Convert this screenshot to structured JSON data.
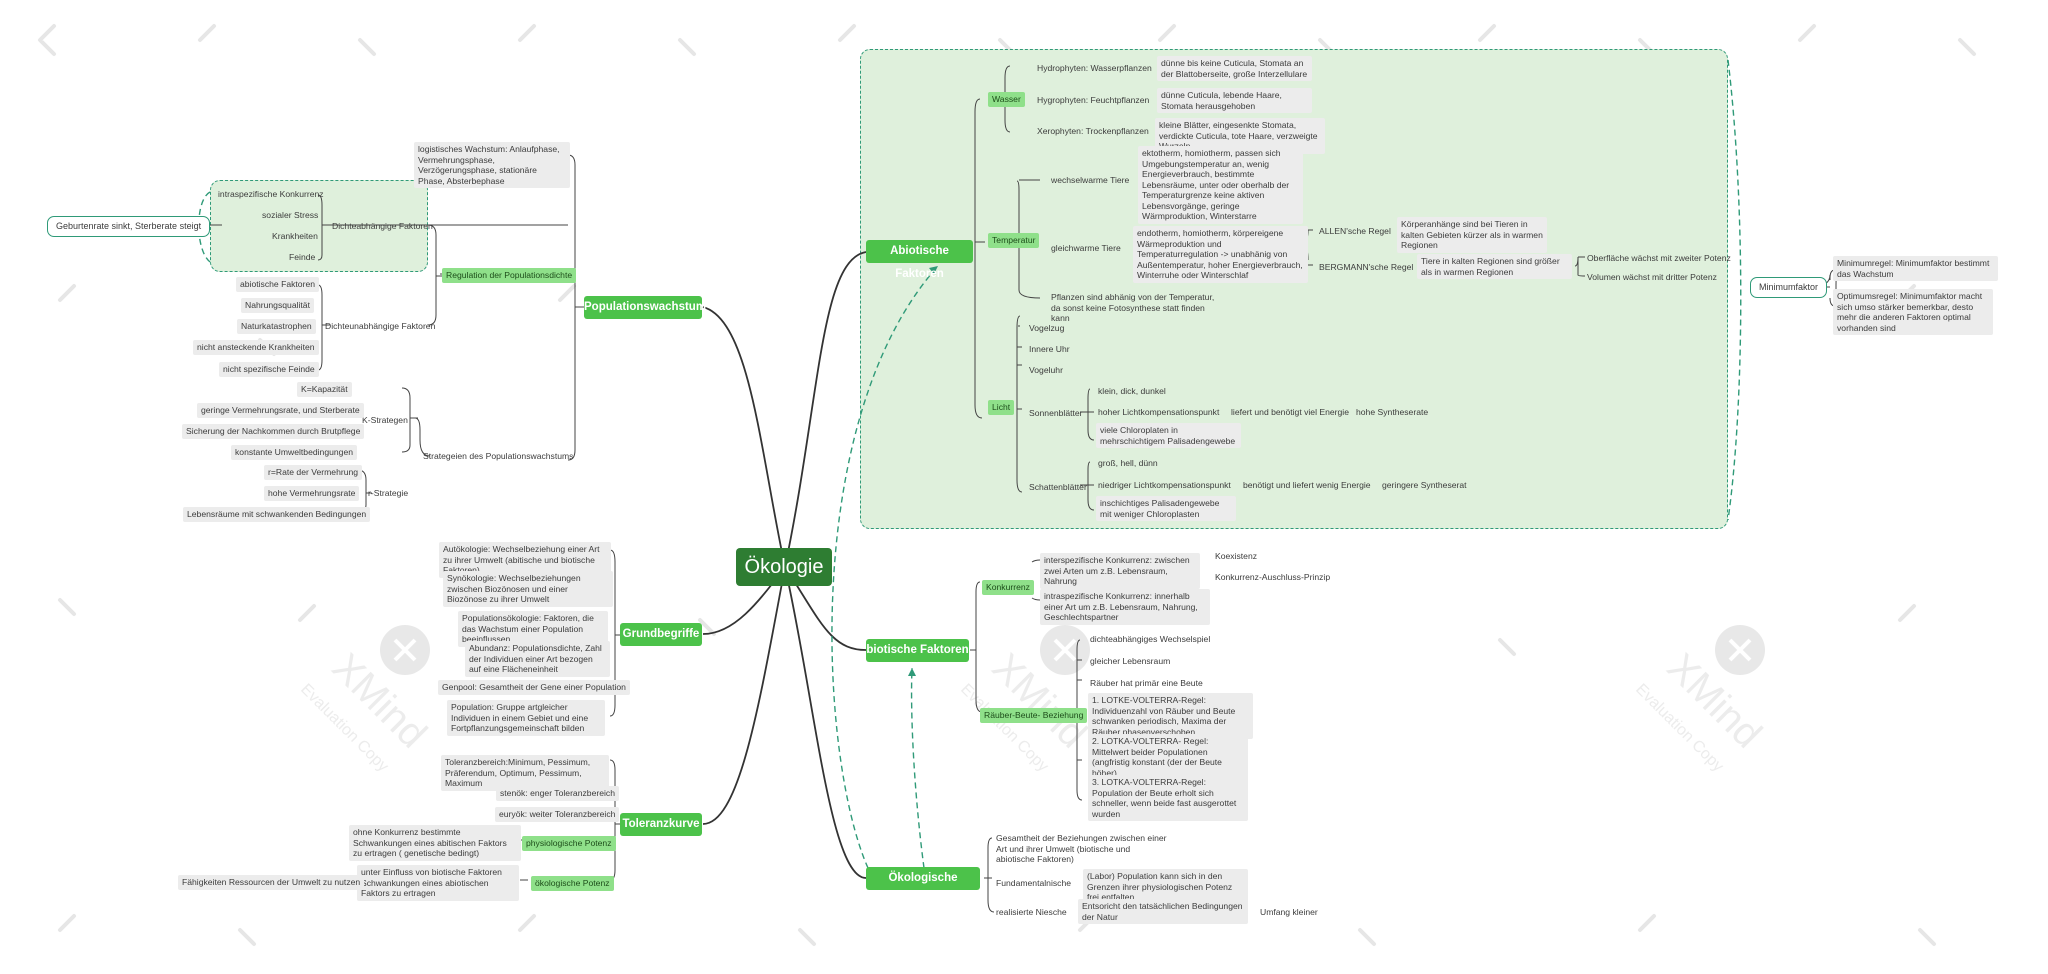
{
  "center": "Ökologie",
  "main": {
    "abiotic": "Abiotische Faktoren",
    "biotic": "biotische Faktoren",
    "niche": "Ökologische Niesche",
    "growth": "Populationswachstum",
    "basics": "Grundbegriffe",
    "tolerance": "Toleranzkurve"
  },
  "abiotic": {
    "wasser": "Wasser",
    "hydro": "Hydrophyten: Wasserpflanzen",
    "hydro_d": "dünne bis keine Cuticula, Stomata an der Blattoberseite, große Interzellulare",
    "hygro": "Hygrophyten: Feuchtpflanzen",
    "hygro_d": "dünne Cuticula, lebende Haare, Stomata herausgehoben",
    "xero": "Xerophyten: Trockenpflanzen",
    "xero_d": "kleine Blätter, eingesenkte Stomata, verdickte Cuticula, tote Haare, verzweigte Wurzeln",
    "temp": "Temperatur",
    "wechsel": "wechselwarme Tiere",
    "wechsel_d": "ektotherm, homiotherm, passen sich Umgebungstemperatur an, wenig Energieverbrauch, bestimmte Lebensräume, unter oder oberhalb der Temperaturgrenze keine aktiven Lebensvorgänge, geringe Wärmproduktion, Winterstarre",
    "gleich": "gleichwarme Tiere",
    "gleich_d": "endotherm, homiotherm, körpereigene Wärmeproduktion und Temperaturregulation -> unabhänig von Außentemperatur, hoher Energieverbrauch, Winterruhe oder Winterschlaf",
    "allen": "ALLEN'sche Regel",
    "allen_d": "Körperanhänge sind bei Tieren in kalten Gebieten kürzer als in warmen Regionen",
    "bergmann": "BERGMANN'sche Regel",
    "bergmann_d": "Tiere in kalten Regionen sind größer als in warmen Regionen",
    "ober": "Oberfläche wächst mit zweiter Potenz",
    "volumen": "Volumen wächst mit dritter Potenz",
    "pflanzen": "Pflanzen sind abhänig von der Temperatur, da sonst keine Fotosynthese statt finden kann",
    "licht": "Licht",
    "vogelzug": "Vogelzug",
    "uhr": "Innere Uhr",
    "vogeluhr": "Vogeluhr",
    "sonnen": "Sonnenblätter",
    "s1": "klein, dick, dunkel",
    "s2": "hoher Lichtkompensationspunkt",
    "s2a": "liefert und benötigt viel Energie",
    "s2b": "hohe Syntheserate",
    "s3": "viele Chloroplaten in mehrschichtigem Palisadengewebe",
    "schatten": "Schattenblätter",
    "sc1": "groß, hell, dünn",
    "sc2": "niedriger Lichtkompensationspunkt",
    "sc2a": "benötigt und liefert wenig Energie",
    "sc2b": "geringere Syntheserat",
    "sc3": "inschichtiges Palisadengewebe mit weniger Chloroplasten"
  },
  "minimum": {
    "label": "Minimumfaktor",
    "m1": "Minimumregel: Minimumfaktor bestimmt das Wachstum",
    "m2": "Optimumsregel: Minimumfaktor macht sich umso stärker bemerkbar, desto mehr die anderen Faktoren optimal vorhanden sind"
  },
  "biotic": {
    "konk": "Konkurrenz",
    "inter": "interspezifische Konkurrenz: zwischen zwei Arten um z.B. Lebensraum, Nahrung",
    "koex": "Koexistenz",
    "ausschluss": "Konkurrenz-Auschluss-Prinzip",
    "intra": "intraspezifische Konkurrenz: innerhalb einer Art um z.B. Lebensraum, Nahrung, Geschlechtspartner",
    "raeuber": "Räuber-Beute- Beziehung",
    "r1": "dichteabhängiges Wechselspiel",
    "r2": "gleicher Lebensraum",
    "r3": "Räuber hat primär eine Beute",
    "r4": "1. LOTKE-VOLTERRA-Regel: Individuenzahl von Räuber und Beute schwanken periodisch, Maxima der Räuber phasenverschoben",
    "r5": "2. LOTKA-VOLTERRA- Regel: Mittelwert beider Populationen (angfristig konstant (der der Beute höher)",
    "r6": "3. LOTKA-VOLTERRA-Regel: Population der Beute erholt sich schneller, wenn beide fast ausgerottet wurden"
  },
  "niche": {
    "n1": "Gesamtheit der Beziehungen zwischen einer Art und ihrer Umwelt (biotische und abiotische Faktoren)",
    "fund": "Fundamentalnische",
    "fund_d": "(Labor) Population kann sich in den Grenzen ihrer physiologischen Potenz frei entfalten",
    "real": "realisierte Niesche",
    "real_d": "Entsoricht den tatsächlichen Bedingungen der Natur",
    "umfang": "Umfang kleiner"
  },
  "growth": {
    "log": "logistisches Wachstum: Anlaufphase, Vermehrungsphase, Verzögerungsphase, stationäre Phase, Absterbephase",
    "regulation": "Regulation der Populationsdichte",
    "dichteab": "Dichteabhängige Faktoren",
    "intra": "intraspezifische Konkurrenz",
    "stress": "sozialer Stress",
    "krank": "Krankheiten",
    "feinde": "Feinde",
    "geburt": "Geburtenrate sinkt, Sterberate steigt",
    "dichteun": "Dichteunabhängige Faktoren",
    "abiot": "abiotische Faktoren",
    "nahrung": "Nahrungsqualität",
    "natur": "Naturkatastrophen",
    "nicht_krank": "nicht ansteckende Krankheiten",
    "nicht_feinde": "nicht spezifische Feinde",
    "strategien": "Strategeien des Populationswachstums",
    "k": "K-Strategen",
    "k1": "K=Kapazität",
    "k2": "geringe Vermehrungsrate, und Sterberate",
    "k3": "Sicherung der Nachkommen durch Brutpflege",
    "k4": "konstante Umweltbedingungen",
    "r": "r-Strategie",
    "r1": "r=Rate der Vermehrung",
    "r2": "hohe Vermehrungsrate",
    "r3": "Lebensräume mit schwankenden Bedingungen"
  },
  "basics": {
    "b1": "Autökologie: Wechselbeziehung einer Art zu ihrer Umwelt (abitische und biotische Faktoren)",
    "b2": "Synökologie: Wechselbeziehungen zwischen Biozönosen und einer Biozönose zu ihrer Umwelt",
    "b3": "Populationsökologie: Faktoren, die das Wachstum einer Population beeinflussen",
    "b4": "Abundanz: Populationsdichte, Zahl der Individuen einer Art bezogen auf eine Flächeneinheit",
    "b5": "Genpool: Gesamtheit der Gene einer Population",
    "b6": "Population: Gruppe artgleicher Individuen in einem Gebiet und eine Fortpflanzungsgemeinschaft bilden"
  },
  "tolerance": {
    "t1": "Toleranzbereich:Minimum, Pessimum, Präferendum, Optimum, Pessimum, Maximum",
    "t2": "stenök: enger Toleranzbereich",
    "t3": "euryök: weiter Toleranzbereich",
    "phys": "physiologische Potenz",
    "phys_d": "ohne Konkurrenz bestimmte Schwankungen eines abitischen Faktors zu ertragen ( genetische bedingt)",
    "oeko": "ökologische Potenz",
    "oeko_d": "unter Einfluss von biotische Faktoren Schwankungen eines abiotischen Faktors zu ertragen",
    "faehig": "Fähigkeiten Ressourcen der Umwelt zu nutzen"
  },
  "watermark": {
    "brand": "XMind",
    "sub": "Evaluation Copy"
  },
  "colors": {
    "center": "#2e7d32",
    "main": "#4cc24a",
    "sub_label": "#8fe08a",
    "region": "#dff0dc",
    "accent": "#2f9a78"
  }
}
